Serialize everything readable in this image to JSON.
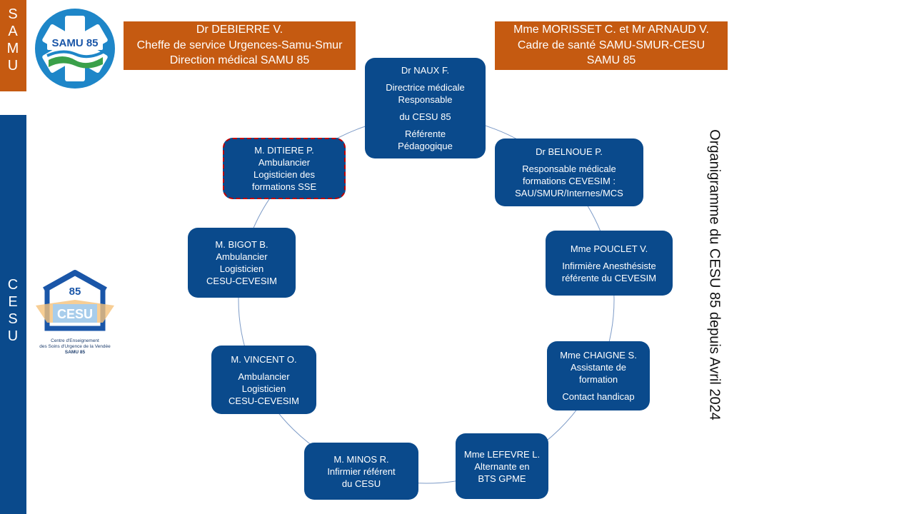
{
  "sidebar": {
    "samu_letters": [
      "S",
      "A",
      "M",
      "U"
    ],
    "cesu_letters": [
      "C",
      "E",
      "S",
      "U"
    ]
  },
  "logos": {
    "samu_text": "SAMU 85",
    "cesu_number": "85",
    "cesu_text": "CESU",
    "cesu_caption_line1": "Centre d'Enseignement",
    "cesu_caption_line2": "des Soins d'Urgence de la Vendée",
    "cesu_caption_line3": "SAMU 85"
  },
  "header": {
    "left": [
      "Dr DEBIERRE V.",
      "Cheffe de service Urgences-Samu-Smur",
      "Direction médical SAMU 85"
    ],
    "right": [
      "Mme MORISSET C. et Mr ARNAUD V.",
      "Cadre de santé SAMU-SMUR-CESU",
      "SAMU 85"
    ]
  },
  "title": "Organigramme du CESU 85 depuis Avril 2024",
  "nodes": {
    "naux": {
      "name": "Dr NAUX F.",
      "lines": [
        "Directrice médicale",
        "Responsable"
      ],
      "extra1": "du CESU 85",
      "extra2": [
        "Référente",
        "Pédagogique"
      ]
    },
    "belnoue": {
      "name": "Dr BELNOUE P.",
      "lines": [
        "Responsable médicale",
        "formations CEVESIM :",
        "SAU/SMUR/Internes/MCS"
      ]
    },
    "pouclet": {
      "name": "Mme POUCLET V.",
      "lines": [
        "Infirmière Anesthésiste",
        "référente du CEVESIM"
      ]
    },
    "chaigne": {
      "name": "Mme CHAIGNE S.",
      "lines": [
        "Assistante de",
        "formation"
      ],
      "extra": "Contact handicap"
    },
    "lefevre": {
      "lines": [
        "Mme LEFEVRE L.",
        "Alternante en",
        "BTS GPME"
      ]
    },
    "minos": {
      "name": "M. MINOS R.",
      "lines": [
        "Infirmier référent",
        "du CESU"
      ]
    },
    "vincent": {
      "name": "M. VINCENT O.",
      "lines": [
        "Ambulancier",
        "Logisticien",
        "CESU-CEVESIM"
      ]
    },
    "bigot": {
      "lines": [
        "M. BIGOT B.",
        "Ambulancier",
        "Logisticien",
        "CESU-CEVESIM"
      ]
    },
    "ditiere": {
      "lines": [
        "M. DITIERE P.",
        "Ambulancier",
        "Logisticien des",
        "formations SSE"
      ]
    }
  },
  "colors": {
    "orange": "#c55a11",
    "blue": "#0a4a8c",
    "ring": "#7d9bc7",
    "dashed_border": "#c00000"
  }
}
